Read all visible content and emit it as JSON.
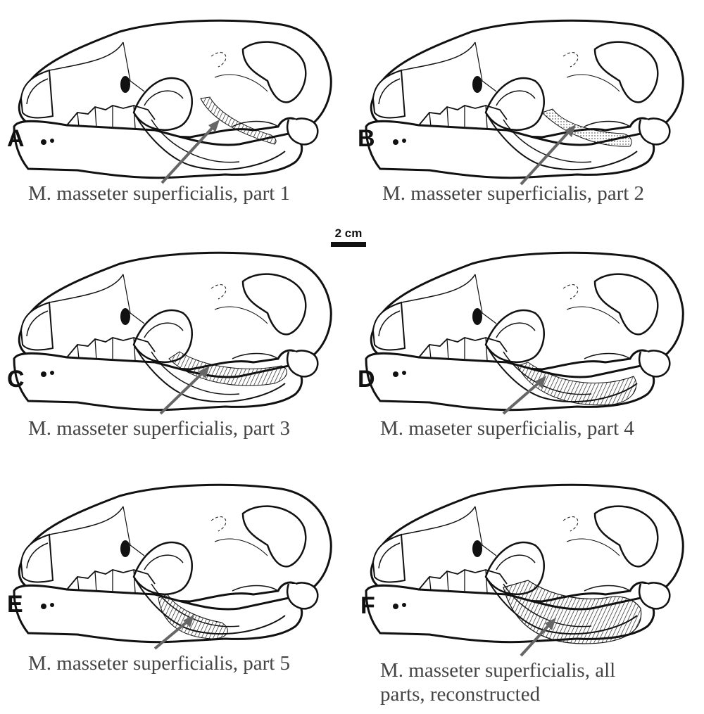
{
  "scale_bar": {
    "label": "2 cm"
  },
  "panels": [
    {
      "letter": "A",
      "caption": "M. masseter superficialis, part 1"
    },
    {
      "letter": "B",
      "caption": "M. masseter superficialis, part 2"
    },
    {
      "letter": "C",
      "caption": "M. masseter superficialis, part 3"
    },
    {
      "letter": "D",
      "caption": "M. maseter superficialis, part 4"
    },
    {
      "letter": "E",
      "caption": "M. masseter superficialis, part 5"
    },
    {
      "letter": "F",
      "caption_line1": "M. masseter superficialis, all",
      "caption_line2": "parts, reconstructed"
    }
  ]
}
